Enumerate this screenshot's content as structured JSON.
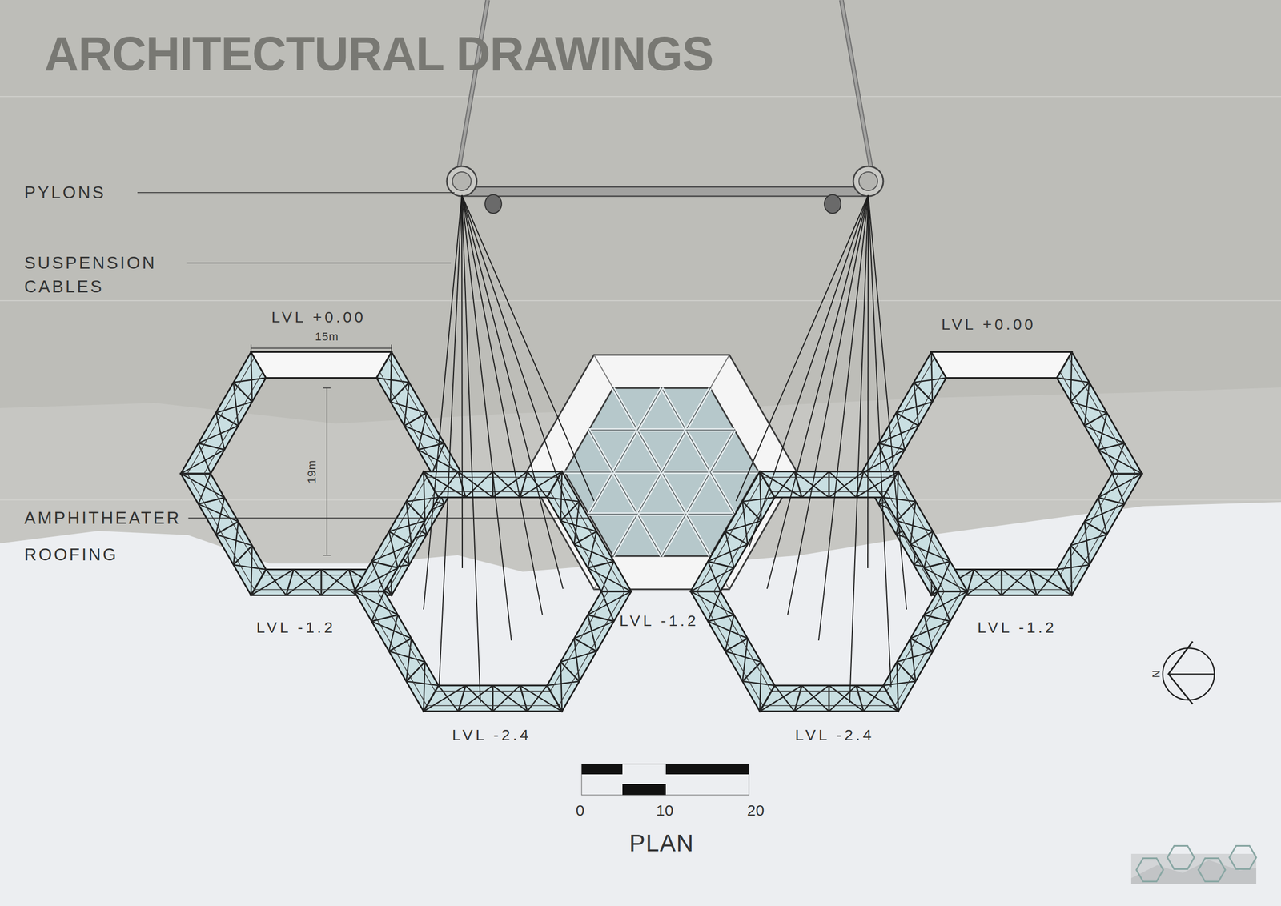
{
  "diagram": {
    "title": "ARCHITECTURAL DRAWINGS",
    "labels": [
      "PYLONS",
      "SUSPENSION CABLES",
      "AMPHITHEATER",
      "ROOFING",
      "LVL +0.00",
      "15m",
      "19m",
      "LVL +0.00",
      "LVL -1.2",
      "LVL -1.2",
      "LVL -1.2",
      "LVL -2.4",
      "LVL -2.4",
      "0",
      "10",
      "20",
      "PLAN",
      "N"
    ]
  }
}
